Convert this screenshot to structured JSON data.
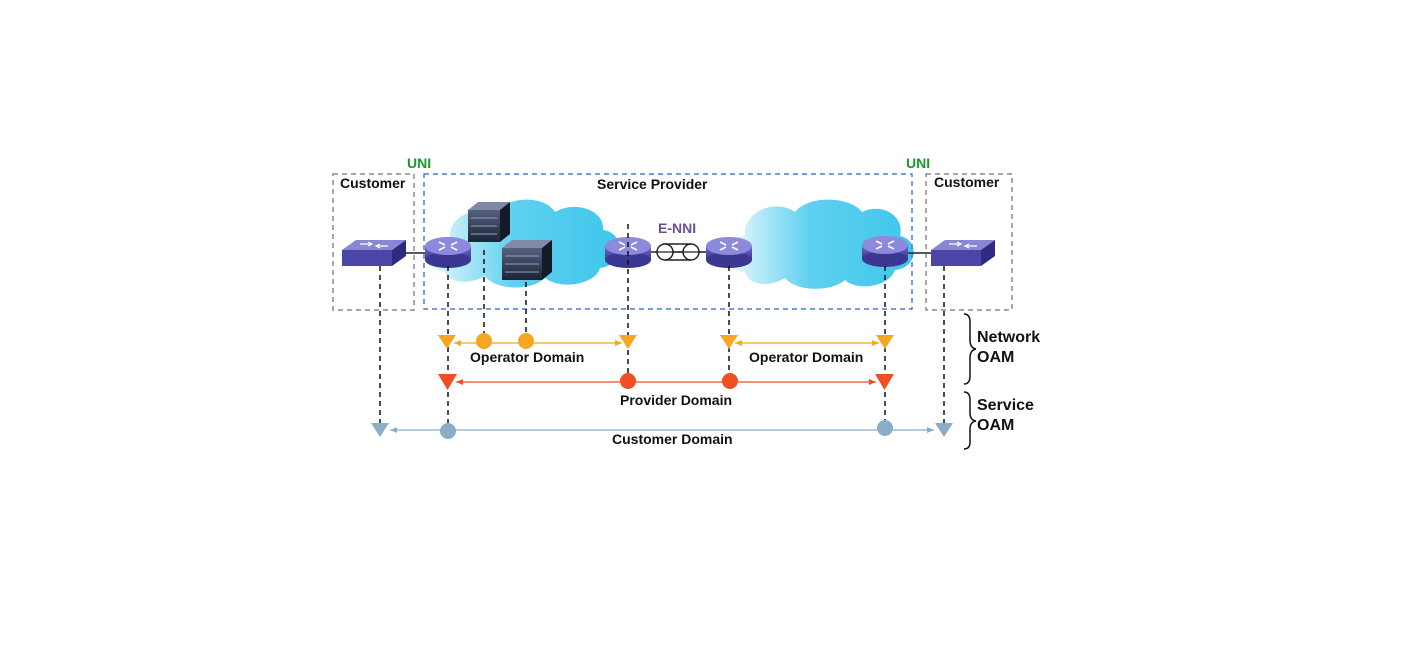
{
  "labels": {
    "uni_left": "UNI",
    "uni_right": "UNI",
    "customer_left": "Customer",
    "customer_right": "Customer",
    "service_provider": "Service Provider",
    "enni": "E-NNI",
    "operator_domain_left": "Operator Domain",
    "operator_domain_right": "Operator Domain",
    "provider_domain": "Provider Domain",
    "customer_domain": "Customer Domain",
    "network_oam_line1": "Network",
    "network_oam_line2": "OAM",
    "service_oam_line1": "Service",
    "service_oam_line2": "OAM"
  },
  "colors": {
    "uni": "#1a9a2a",
    "enni": "#6a4f9a",
    "operator": "#f5a623",
    "provider": "#f04e23",
    "customer": "#8aaec8",
    "customer_box": "#8c8c8c",
    "provider_box": "#4a7fd0",
    "device": "#5a55b0",
    "cloud": "#5fd0ef"
  },
  "icons": {
    "switch": "switch-icon",
    "router": "router-icon",
    "server": "server-icon",
    "cloud": "cloud-icon"
  }
}
